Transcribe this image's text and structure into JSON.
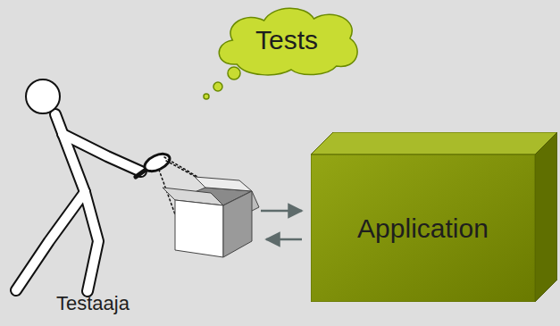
{
  "diagram": {
    "nodes": [
      {
        "text": [
          "Tests"
        ]
      },
      {
        "text": [
          "Application"
        ]
      }
    ],
    "labels": [
      "Testaaja"
    ]
  }
}
